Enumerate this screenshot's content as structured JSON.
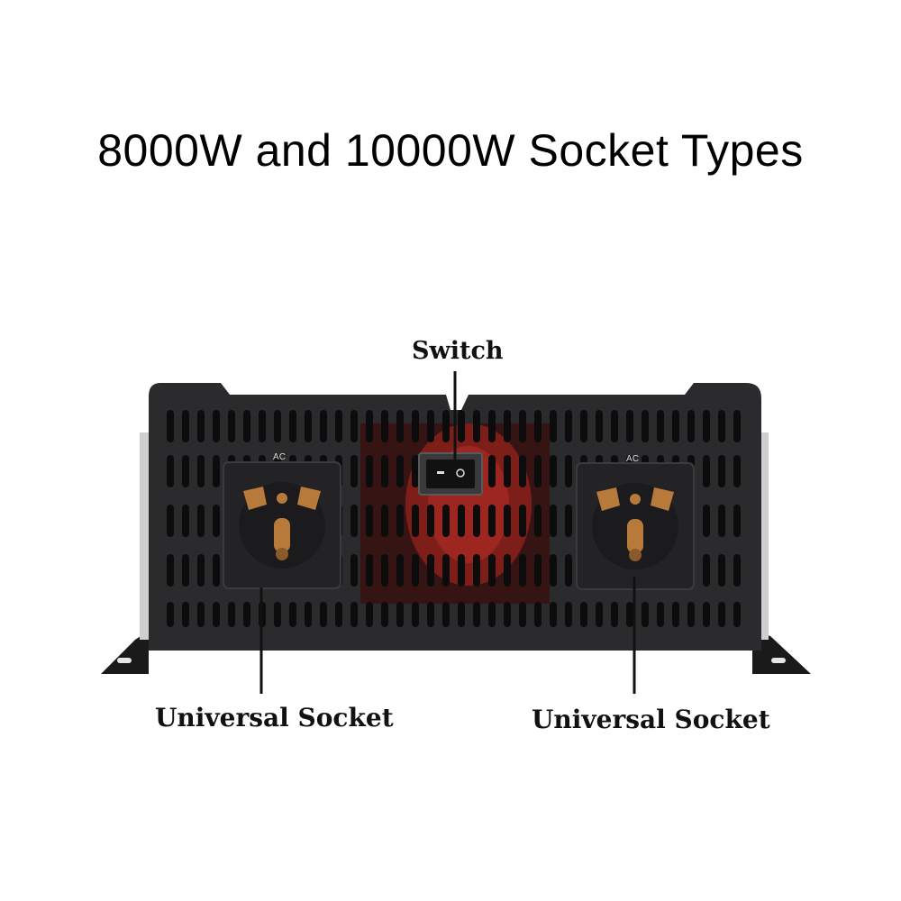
{
  "heading": {
    "title": "8000W and 10000W Socket Types"
  },
  "callouts": {
    "switch": "Switch",
    "left_socket": "Universal Socket",
    "right_socket": "Universal Socket"
  },
  "sockets": {
    "left_label": "AC",
    "right_label": "AC"
  },
  "colors": {
    "panel": "#2b2b2d",
    "slot": "#0c0c0d",
    "coil": "#b3261e",
    "socket": "#232325",
    "pin": "#b87a3a"
  }
}
